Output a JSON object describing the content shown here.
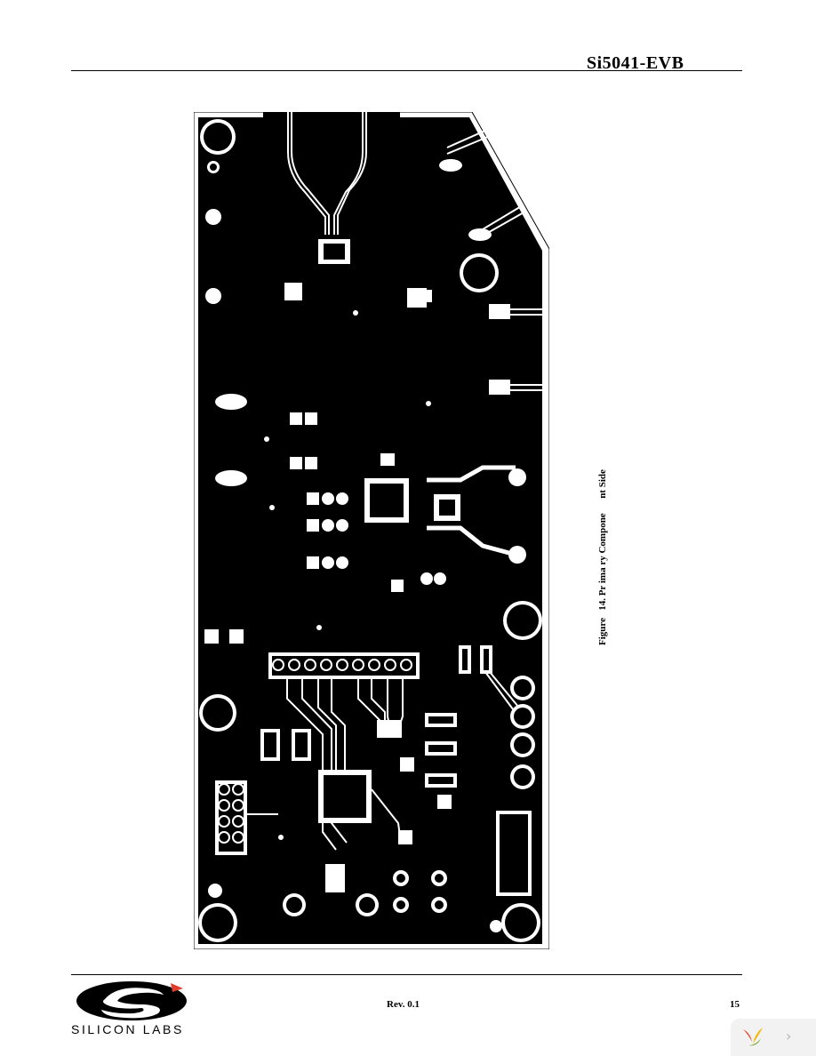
{
  "header": {
    "title": "Si5041-EVB"
  },
  "figure": {
    "caption": "Figure   14. Pr ima ry Compone      nt Side"
  },
  "footer": {
    "revision": "Rev. 0.1",
    "page_number": "15",
    "logo_text": "SILICON LABS"
  },
  "viewer": {
    "next_glyph": "›"
  },
  "colors": {
    "board": "#000000",
    "copper_clearance": "#ffffff",
    "logo_accent": "#e03e2d"
  },
  "icons": {
    "logo": "silicon-labs-logo-icon",
    "viewer_logo": "viewer-logo-icon",
    "next": "chevron-right-icon"
  }
}
